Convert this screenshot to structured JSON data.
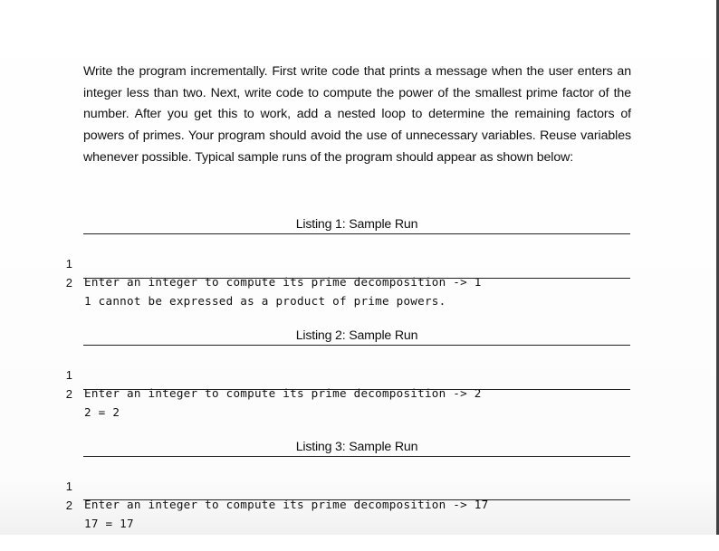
{
  "document": {
    "paragraph": "Write the program incrementally. First write code that prints a message when the user enters an integer less than two. Next, write code to compute the power of the smallest prime factor of the number. After you get this to work, add a nested loop to determine the remaining factors of powers of primes. Your program should avoid the use of unnecessary variables. Reuse variables whenever possible. Typical sample runs of the program should appear as shown below:",
    "listings": [
      {
        "caption": "Listing 1: Sample Run",
        "lines": [
          {
            "number": "1",
            "text": "Enter an integer to compute its prime decomposition -> 1"
          },
          {
            "number": "2",
            "text": "1 cannot be expressed as a product of prime powers."
          }
        ]
      },
      {
        "caption": "Listing 2: Sample Run",
        "lines": [
          {
            "number": "1",
            "text": "Enter an integer to compute its prime decomposition -> 2"
          },
          {
            "number": "2",
            "text": "2 = 2"
          }
        ]
      },
      {
        "caption": "Listing 3: Sample Run",
        "lines": [
          {
            "number": "1",
            "text": "Enter an integer to compute its prime decomposition -> 17"
          },
          {
            "number": "2",
            "text": "17 = 17"
          }
        ]
      }
    ]
  }
}
